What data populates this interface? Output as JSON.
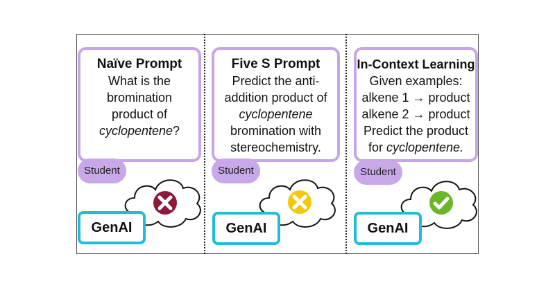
{
  "panels": [
    {
      "title": "Naïve Prompt",
      "lines": [
        "What is the",
        "bromination",
        "product of"
      ],
      "italic": "cyclopentene",
      "italic_suffix": "?",
      "student_label": "Student",
      "genai_label": "GenAI",
      "result_icon": "x-mark-icon",
      "result_color": "#8b1a3a"
    },
    {
      "title": "Five S Prompt",
      "lines_before": [
        "Predict the anti-",
        "addition product of"
      ],
      "italic": "cyclopentene",
      "lines_after": [
        "bromination with",
        "stereochemistry."
      ],
      "student_label": "Student",
      "genai_label": "GenAI",
      "result_icon": "x-mark-icon",
      "result_color": "#f2c80f"
    },
    {
      "title": "In-Context Learning",
      "lines": [
        "Given examples:",
        "alkene 1 → product",
        "alkene 2 → product",
        "Predict the product"
      ],
      "prefix": "for ",
      "italic": "cyclopentene.",
      "student_label": "Student",
      "genai_label": "GenAI",
      "result_icon": "check-mark-icon",
      "result_color": "#6cb62a"
    }
  ],
  "colors": {
    "card_border": "#c7a6e8",
    "student_fill": "#c8a8e8",
    "genai_border": "#22bcd6"
  }
}
